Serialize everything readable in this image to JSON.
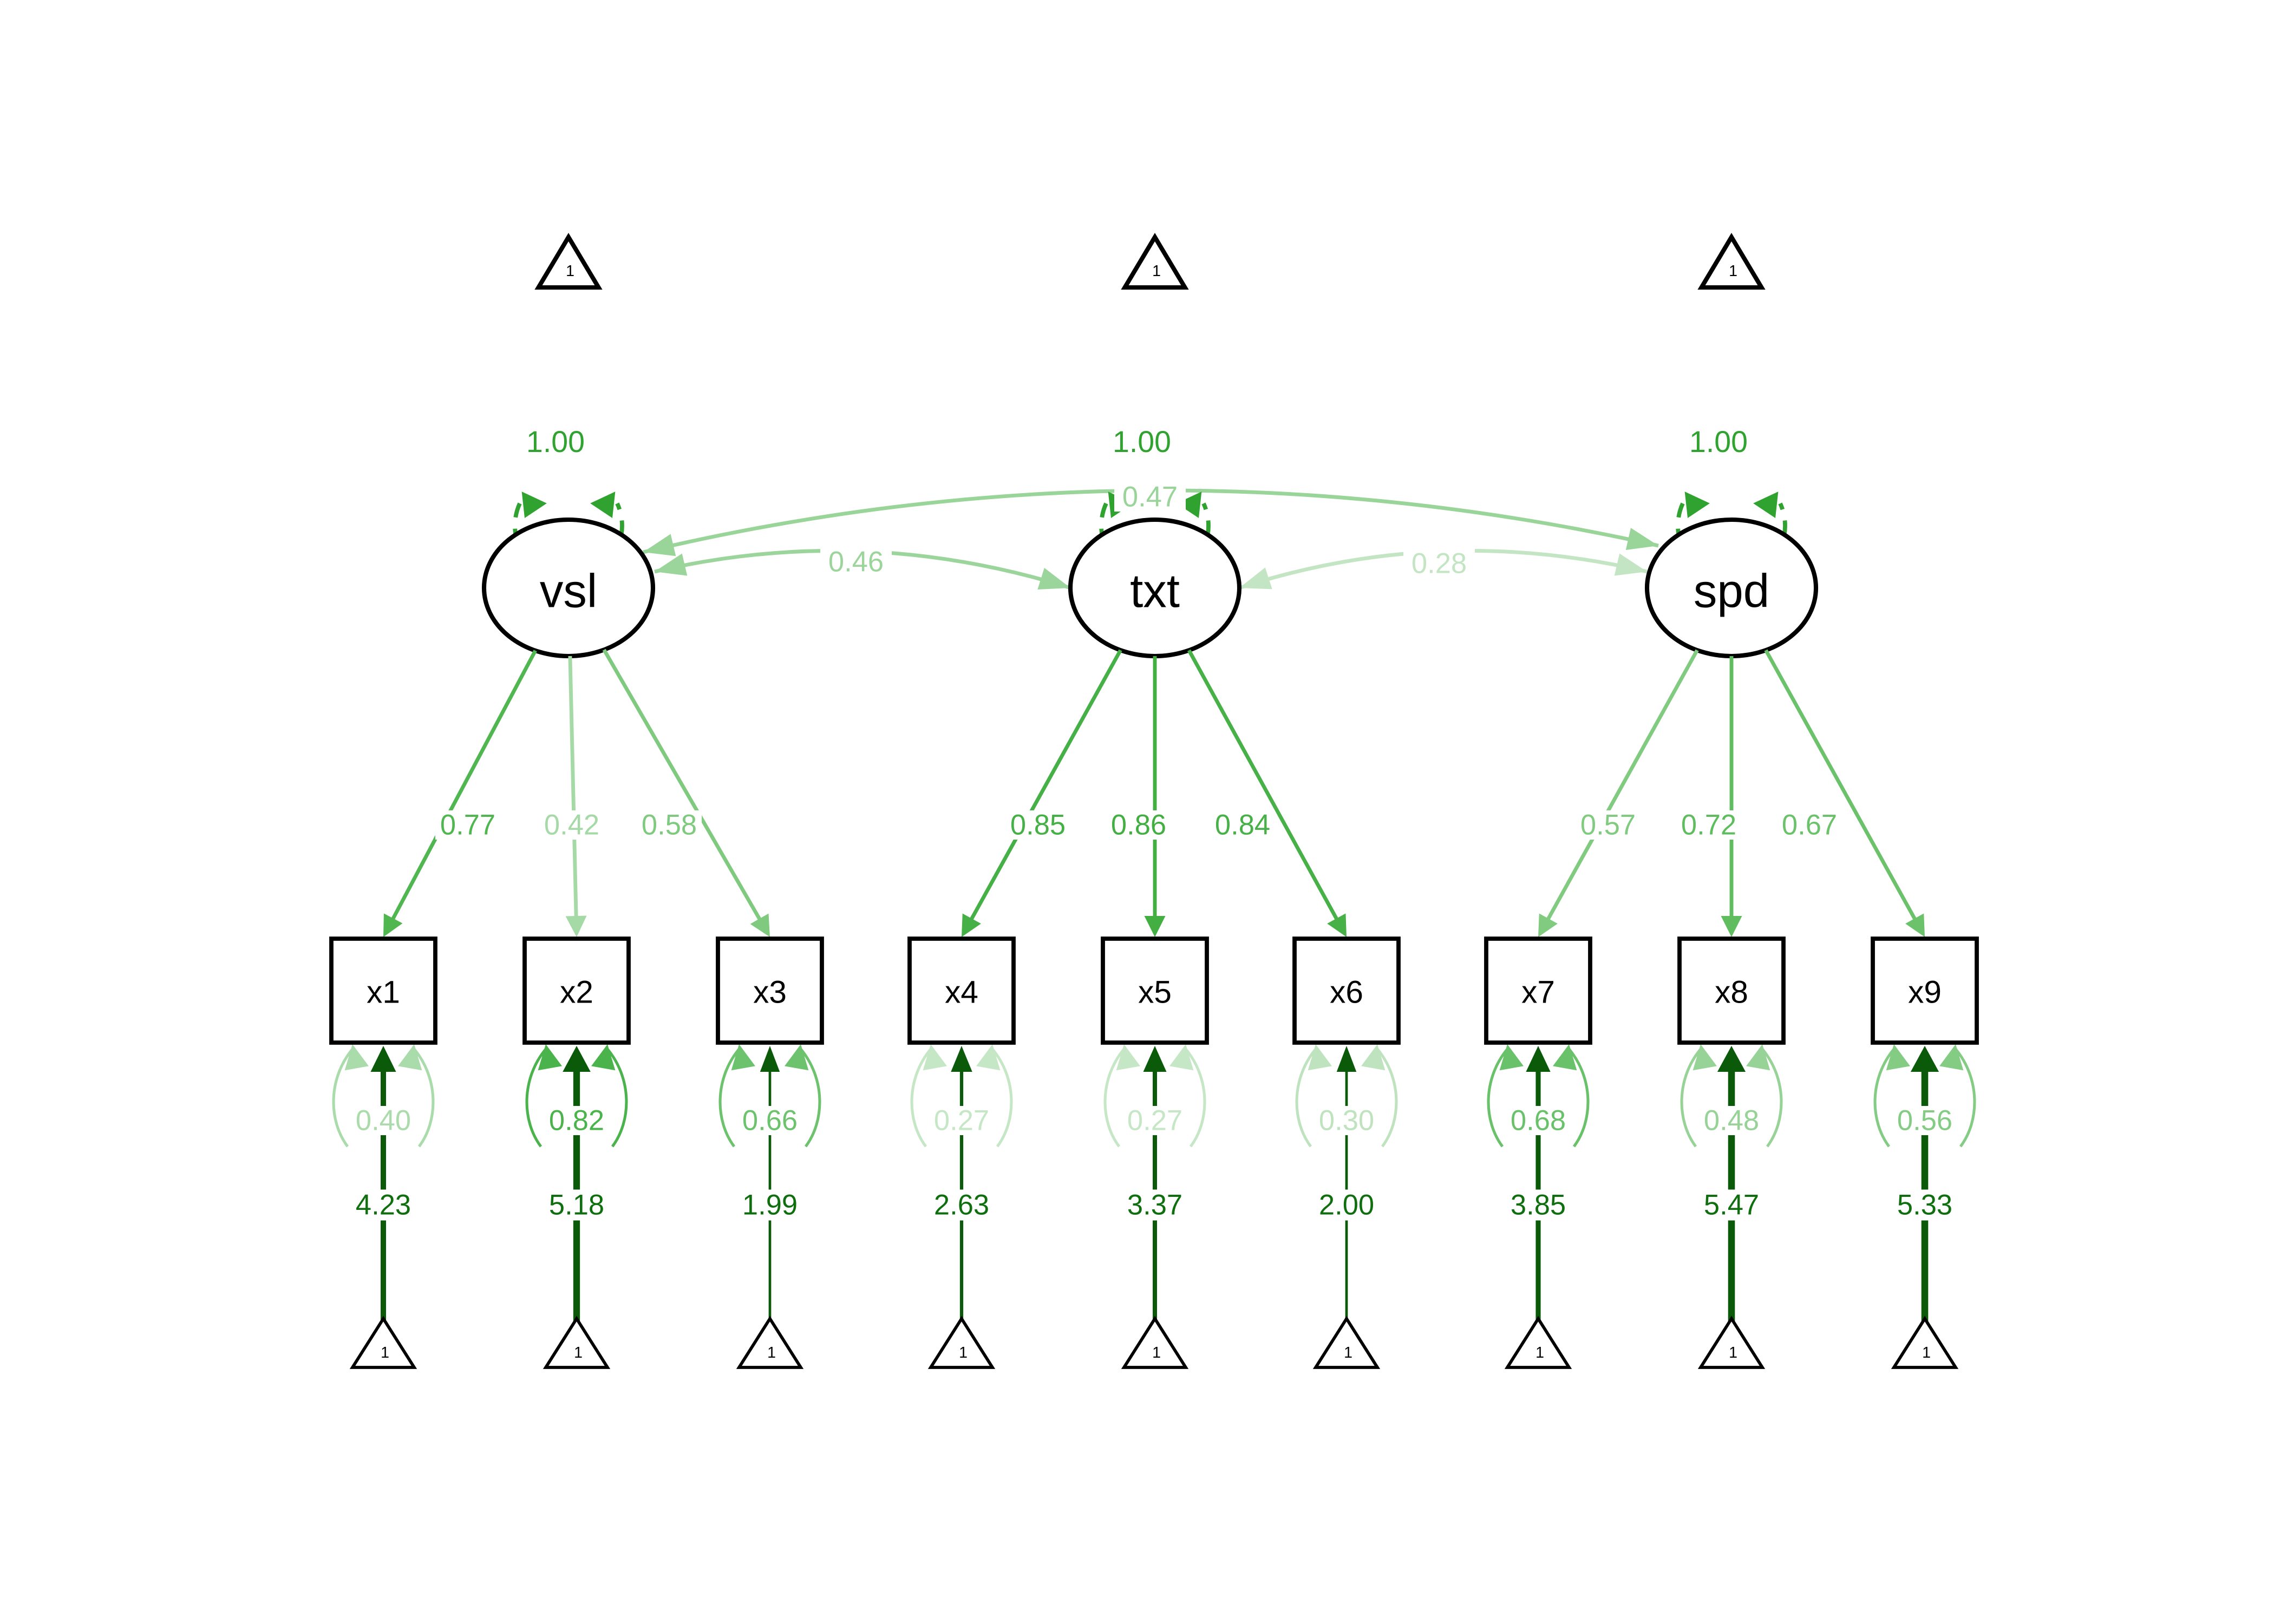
{
  "diagram": {
    "background": "#FFFFFF",
    "unit_label": "1",
    "node_stroke_color": "#000000",
    "node_text_color": "#000000",
    "variance_color": "#2FA22F",
    "intercept_edge_color": "#0A5A0A",
    "intercept_label_color": "#0F6F0F",
    "latents": [
      {
        "label": "vsl",
        "variance": "1.00"
      },
      {
        "label": "txt",
        "variance": "1.00"
      },
      {
        "label": "spd",
        "variance": "1.00"
      }
    ],
    "covariances": [
      {
        "from": "vsl",
        "to": "txt",
        "label": "0.46",
        "color": "#9BD59B"
      },
      {
        "from": "vsl",
        "to": "spd",
        "label": "0.47",
        "color": "#99D499"
      },
      {
        "from": "txt",
        "to": "spd",
        "label": "0.28",
        "color": "#C3E5C3"
      }
    ],
    "manifests": [
      {
        "label": "x1",
        "factor": "vsl",
        "loading": "0.77",
        "loading_color": "#50B650",
        "residual": "0.40",
        "residual_color": "#AADBAA",
        "intercept": "4.23"
      },
      {
        "label": "x2",
        "factor": "vsl",
        "loading": "0.42",
        "loading_color": "#A5D9A5",
        "residual": "0.82",
        "residual_color": "#4BB34B",
        "intercept": "5.18"
      },
      {
        "label": "x3",
        "factor": "vsl",
        "loading": "0.58",
        "loading_color": "#7FCA7F",
        "residual": "0.66",
        "residual_color": "#6DC36D",
        "intercept": "1.99"
      },
      {
        "label": "x4",
        "factor": "txt",
        "loading": "0.85",
        "loading_color": "#45B045",
        "residual": "0.27",
        "residual_color": "#C6E7C6",
        "intercept": "2.63"
      },
      {
        "label": "x5",
        "factor": "txt",
        "loading": "0.86",
        "loading_color": "#43AF43",
        "residual": "0.27",
        "residual_color": "#C6E7C6",
        "intercept": "3.37"
      },
      {
        "label": "x6",
        "factor": "txt",
        "loading": "0.84",
        "loading_color": "#47B147",
        "residual": "0.30",
        "residual_color": "#BFE3BF",
        "intercept": "2.00"
      },
      {
        "label": "x7",
        "factor": "spd",
        "loading": "0.57",
        "loading_color": "#81CB81",
        "residual": "0.68",
        "residual_color": "#69C169",
        "intercept": "3.85"
      },
      {
        "label": "x8",
        "factor": "spd",
        "loading": "0.72",
        "loading_color": "#5FBD5F",
        "residual": "0.48",
        "residual_color": "#97D397",
        "intercept": "5.47"
      },
      {
        "label": "x9",
        "factor": "spd",
        "loading": "0.67",
        "loading_color": "#6BC26B",
        "residual": "0.56",
        "residual_color": "#84CC84",
        "intercept": "5.33"
      }
    ]
  }
}
